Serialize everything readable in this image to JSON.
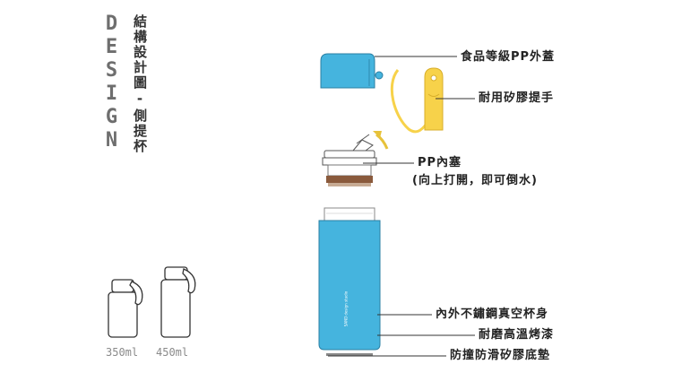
{
  "heading": {
    "design_word": "DESIGN",
    "title": "結構設計圖-側提杯"
  },
  "sizes": [
    {
      "label": "350ml"
    },
    {
      "label": "450ml"
    }
  ],
  "bottle_print": "SAND design studio",
  "callouts": {
    "outer_lid": "食品等級PP外蓋",
    "silicone_handle": "耐用矽膠提手",
    "inner_plug_line1": "PP內塞",
    "inner_plug_line2": "(向上打開，即可倒水)",
    "steel_body": "內外不鏽鋼真空杯身",
    "paint": "耐磨高溫烤漆",
    "bottom_pad": "防撞防滑矽膠底墊"
  },
  "colors": {
    "bottle_blue": "#45b4de",
    "handle_yellow": "#f7d24a",
    "gasket_brown": "#8a5a3c",
    "outline": "#333333"
  }
}
